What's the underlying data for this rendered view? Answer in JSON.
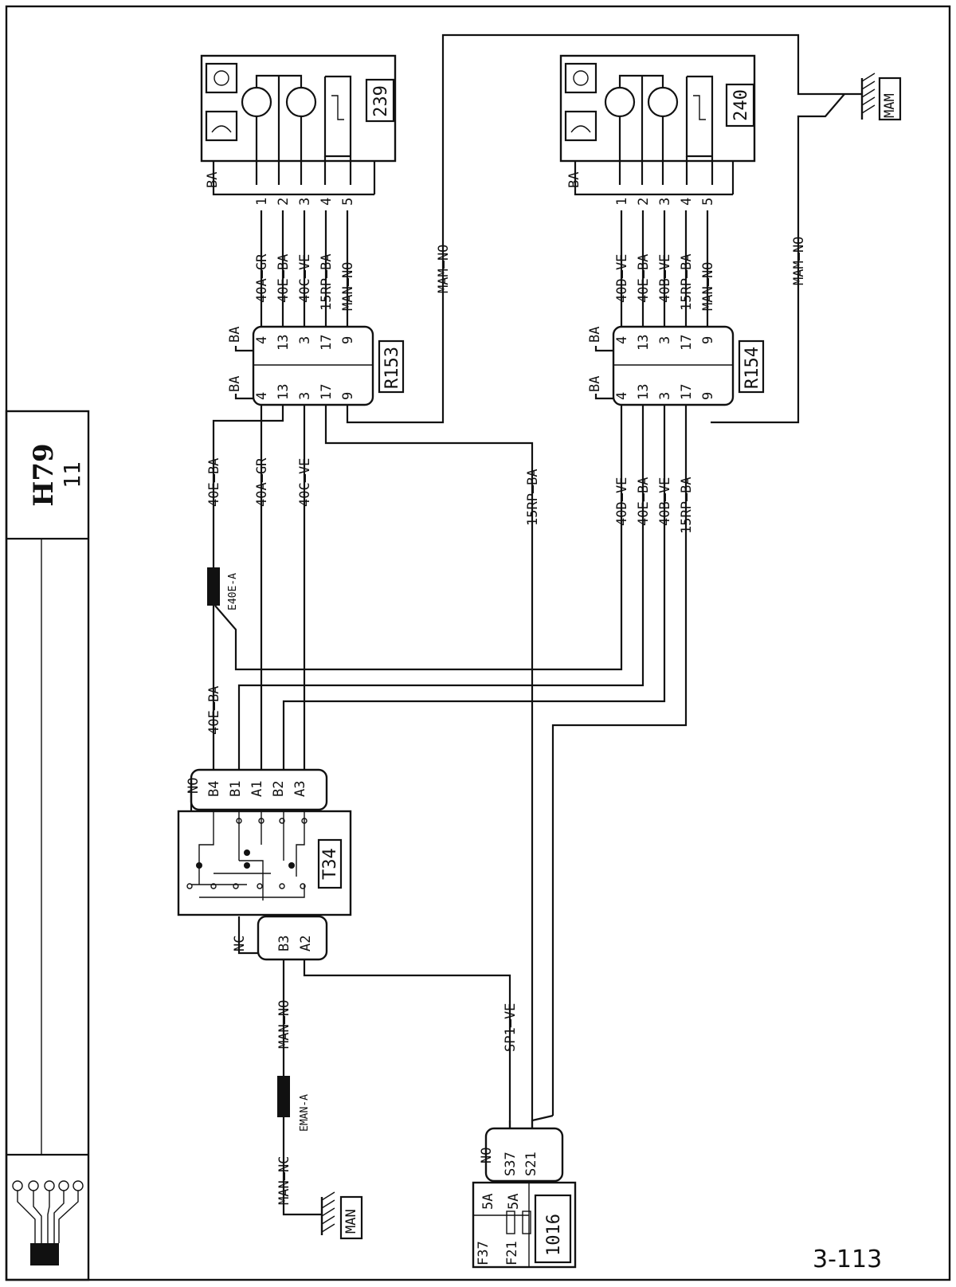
{
  "title_block": {
    "code": "H79",
    "sub": "11"
  },
  "page_number": "3-113",
  "components": {
    "c239": {
      "id": "239",
      "pins": [
        "1",
        "2",
        "3",
        "4",
        "5"
      ],
      "shield": "BA"
    },
    "c240": {
      "id": "240",
      "pins": [
        "1",
        "2",
        "3",
        "4",
        "5"
      ],
      "shield": "BA"
    },
    "r153": {
      "id": "R153",
      "left_pins": [
        "4",
        "13",
        "3",
        "17",
        "9"
      ],
      "right_pins": [
        "4",
        "13",
        "3",
        "17",
        "9"
      ],
      "ba_left": "BA",
      "ba_right": "BA"
    },
    "r154": {
      "id": "R154",
      "left_pins": [
        "4",
        "13",
        "3",
        "17",
        "9"
      ],
      "right_pins": [
        "4",
        "13",
        "3",
        "17",
        "9"
      ],
      "ba_left": "BA",
      "ba_right": "BA"
    },
    "t134": {
      "id": "T34",
      "top_pins": [
        "B4",
        "B1",
        "A1",
        "B2",
        "A3"
      ],
      "bottom_pins": [
        "B3",
        "A2"
      ],
      "top_tag": "NO",
      "bottom_tag": "NC"
    },
    "c1016": {
      "id": "1016",
      "pins": [
        "S37",
        "S21"
      ],
      "tag": "NO",
      "fuses": [
        "F37",
        "F21"
      ],
      "ratings": [
        "5A",
        "5A"
      ]
    },
    "mam": {
      "label": "MAM"
    },
    "man": {
      "label": "MAN"
    },
    "e40e": {
      "label": "E40E-A"
    },
    "eman": {
      "label": "EMAN-A"
    }
  },
  "wire_labels": {
    "c239_1": "40A—GR",
    "c239_2": "40E—BA",
    "c239_3": "40C—VE",
    "c239_4": "15RP—BA",
    "c239_5": "MAN—NO",
    "c240_1": "40D—VE",
    "c240_2": "40E—BA",
    "c240_3": "40B—VE",
    "c240_4": "15RP—BA",
    "c240_5": "MAN—NO",
    "mam_a": "MAM—NO",
    "mam_b": "MAM—NO",
    "r153_4": "40A—GR",
    "r153_13": "40E—BA",
    "r153_3": "40C—VE",
    "r153_17": "15RP—BA",
    "r154_4": "40D—VE",
    "r154_13": "40E—BA",
    "r154_3": "40B—VE",
    "r154_17": "15RP—BA",
    "t134_b4": "40E—BA",
    "sp1": "SP1—VE",
    "man_no": "MAN—NO",
    "man_nc": "MAN—NC"
  }
}
